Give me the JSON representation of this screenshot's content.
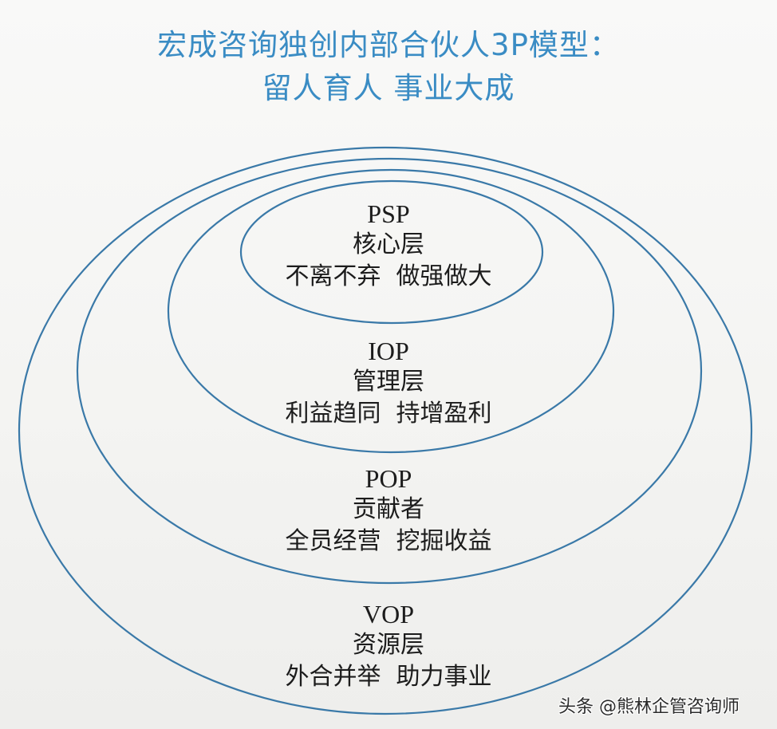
{
  "title": {
    "line1": "宏成咨询独创内部合伙人3P模型：",
    "line2": "留人育人  事业大成",
    "color": "#3a8cc4"
  },
  "diagram": {
    "type": "concentric-ellipses",
    "stroke_color": "#3a79a8",
    "layers": [
      {
        "code": "PSP",
        "name": "核心层",
        "slogan": "不离不弃  做强做大"
      },
      {
        "code": "IOP",
        "name": "管理层",
        "slogan": "利益趋同  持增盈利"
      },
      {
        "code": "POP",
        "name": "贡献者",
        "slogan": "全员经营  挖掘收益"
      },
      {
        "code": "VOP",
        "name": "资源层",
        "slogan": "外合并举  助力事业"
      }
    ]
  },
  "watermark": {
    "text": "头条 @熊林企管咨询师"
  }
}
